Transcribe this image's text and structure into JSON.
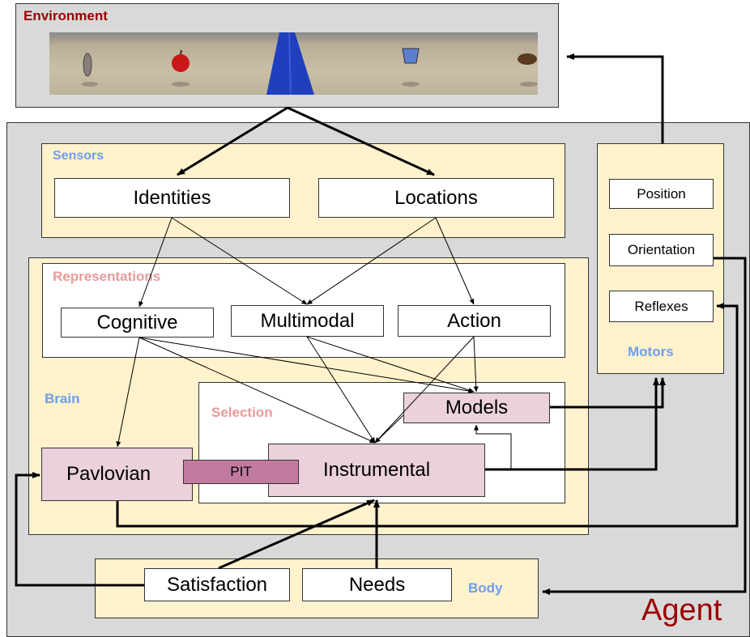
{
  "environment": {
    "label": "Environment"
  },
  "agent": {
    "label": "Agent"
  },
  "sensors": {
    "label": "Sensors",
    "identities": "Identities",
    "locations": "Locations"
  },
  "representations": {
    "label": "Representations",
    "cognitive": "Cognitive",
    "multimodal": "Multimodal",
    "action": "Action"
  },
  "brain": {
    "label": "Brain"
  },
  "selection": {
    "label": "Selection",
    "models": "Models",
    "instrumental": "Instrumental",
    "pit": "PIT",
    "pavlovian": "Pavlovian"
  },
  "motors": {
    "label": "Motors",
    "position": "Position",
    "orientation": "Orientation",
    "reflexes": "Reflexes"
  },
  "body": {
    "label": "Body",
    "satisfaction": "Satisfaction",
    "needs": "Needs"
  },
  "colors": {
    "agent_label": "#990000",
    "section_blue": "#6d9eeb",
    "section_pink": "#ea9999",
    "cream": "#fff2cc",
    "grey": "#d9d9d9",
    "node_pink": "#ead1dc",
    "pit": "#c27ba0"
  }
}
